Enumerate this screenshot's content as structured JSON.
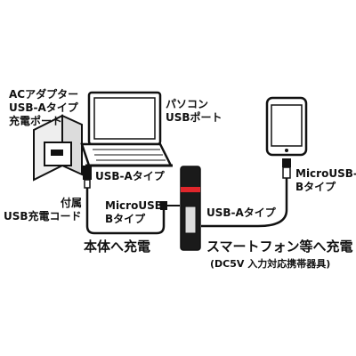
{
  "labels": {
    "ac_adapter_line1": "ACアダプター",
    "ac_adapter_line2": "USB-Aタイプ",
    "ac_adapter_line3": "充電ポート",
    "pc_line1": "パソコン",
    "pc_line2": "USBポート",
    "usb_a_left": "USB-Aタイプ",
    "cord_line1": "付属",
    "cord_line2": "USB充電コード",
    "micro_left_line1": "MicroUSB-",
    "micro_left_line2": "Bタイプ",
    "charge_body": "本体へ充電",
    "usb_a_right": "USB-Aタイプ",
    "micro_right_line1": "MicroUSB-",
    "micro_right_line2": "Bタイプ",
    "charge_phone": "スマートフォン等へ充電",
    "charge_phone_note": "(DC5V 入力対応携帯器具)"
  },
  "colors": {
    "ink": "#111111",
    "device_fill": "#ffffff",
    "device_gray": "#dcdcdc",
    "battery_body": "#1a1a1a",
    "battery_accent": "#e0262b"
  }
}
